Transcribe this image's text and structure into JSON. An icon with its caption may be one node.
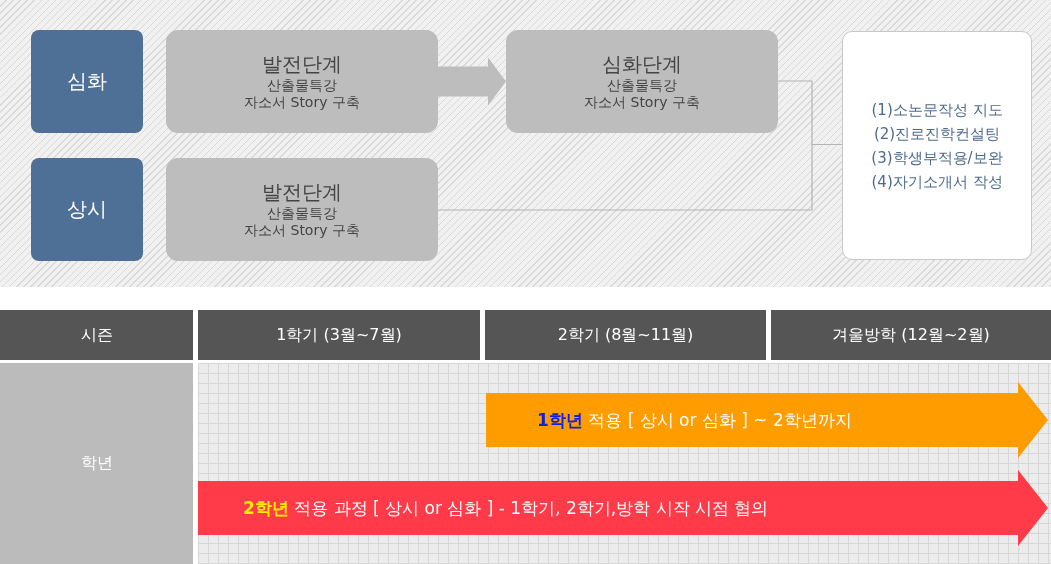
{
  "diagram": {
    "nodes": [
      {
        "text": [
          "심화"
        ]
      },
      {
        "text": [
          "발전단계",
          "산출물특강",
          "자소서 Story 구축"
        ]
      },
      {
        "text": [
          "심화단계",
          "산출물특강",
          "자소서 Story 구축"
        ]
      },
      {
        "text": [
          "상시"
        ]
      },
      {
        "text": [
          "발전단계",
          "산출물특강",
          "자소서 Story 구축"
        ]
      },
      {
        "text": [
          "(1)소논문작성 지도",
          "(2)진로진학컨설팅",
          "(3)학생부적용/보완",
          "(4)자기소개서 작성"
        ]
      },
      {
        "text": [
          "**1학년** 적용 [ 상시 or 심화 ] ~ 2학년까지"
        ]
      },
      {
        "text": [
          "**2학년** 적용 과정 [ 상시 or 심화 ] - 1학기, 2학기,방학 시작 시점 협의"
        ]
      }
    ],
    "edges": [
      {
        "from": 1,
        "to": 2,
        "arrow": "to",
        "style": "thick"
      },
      {
        "from": 2,
        "to": 5,
        "arrow": "none"
      },
      {
        "from": 4,
        "to": 5,
        "arrow": "none"
      }
    ],
    "labels": [
      "시즌",
      "1학기 (3월~7월)",
      "2학기 (8월~11월)",
      "겨울방학 (12월~2월)",
      "학년"
    ]
  }
}
